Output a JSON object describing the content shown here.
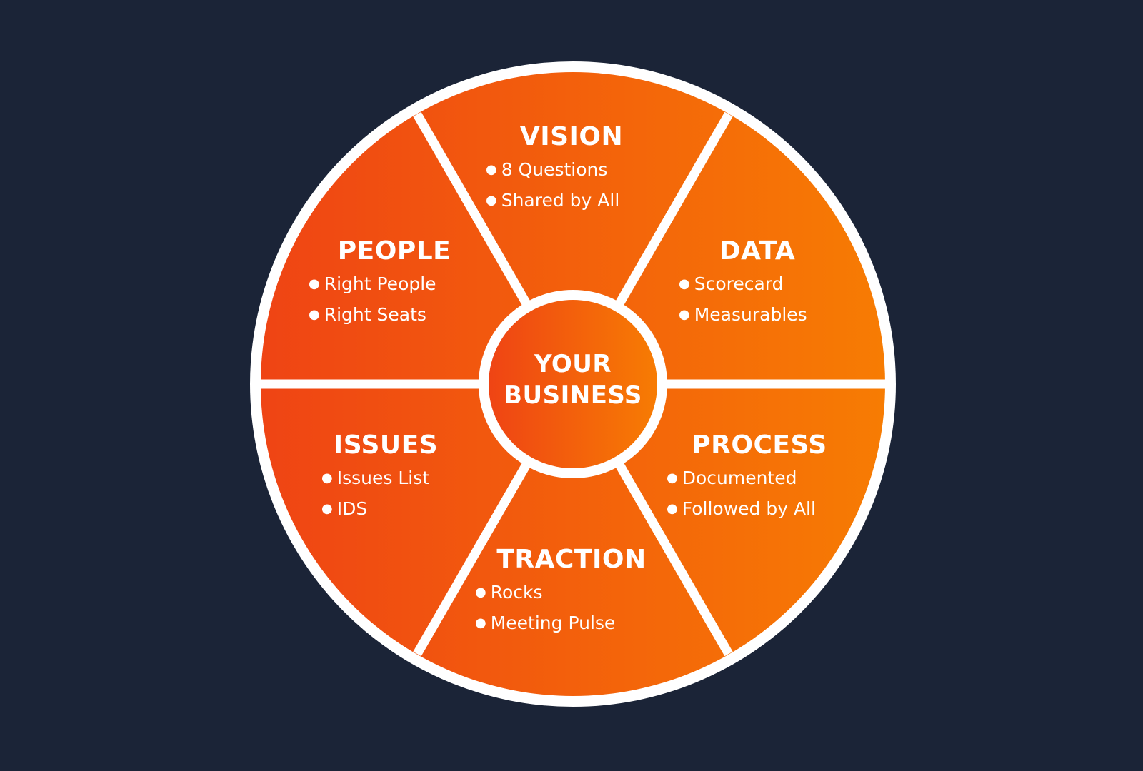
{
  "colors": {
    "background": "#1b2437",
    "segment_start": "#ef4414",
    "segment_end": "#f77c03",
    "divider": "#ffffff"
  },
  "center": {
    "line1": "YOUR",
    "line2": "BUSINESS"
  },
  "segments": [
    {
      "key": "vision",
      "title": "VISION",
      "items": [
        "8 Questions",
        "Shared by All"
      ]
    },
    {
      "key": "data",
      "title": "DATA",
      "items": [
        "Scorecard",
        "Measurables"
      ]
    },
    {
      "key": "process",
      "title": "PROCESS",
      "items": [
        "Documented",
        "Followed by All"
      ]
    },
    {
      "key": "traction",
      "title": "TRACTION",
      "items": [
        "Rocks",
        "Meeting Pulse"
      ]
    },
    {
      "key": "issues",
      "title": "ISSUES",
      "items": [
        "Issues List",
        "IDS"
      ]
    },
    {
      "key": "people",
      "title": "PEOPLE",
      "items": [
        "Right People",
        "Right Seats"
      ]
    }
  ]
}
